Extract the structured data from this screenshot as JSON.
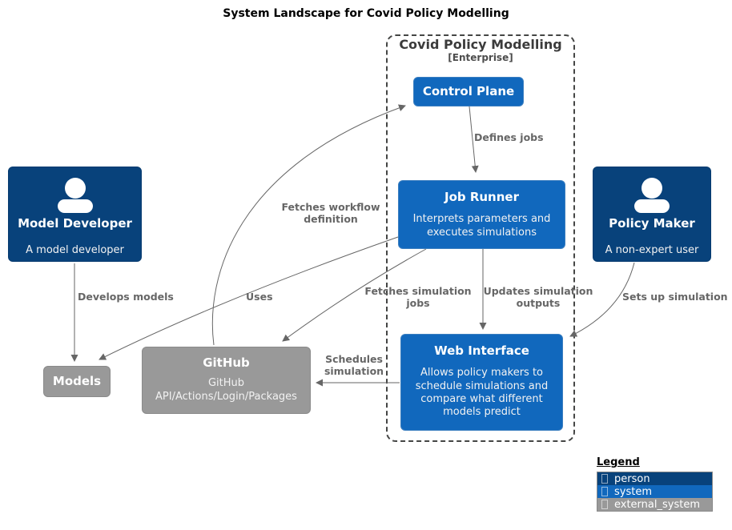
{
  "title": "System Landscape for Covid Policy Modelling",
  "colors": {
    "person": "#08427b",
    "system": "#1168bd",
    "external_system": "#999999",
    "arrow": "#666666",
    "edge_label": "#666666"
  },
  "boundary": {
    "name": "Covid Policy Modelling",
    "type": "[Enterprise]"
  },
  "nodes": {
    "control_plane": {
      "title": "Control Plane"
    },
    "job_runner": {
      "title": "Job Runner",
      "description": "Interprets parameters and\nexecutes simulations"
    },
    "web_interface": {
      "title": "Web Interface",
      "description": "Allows policy makers to\nschedule simulations and\ncompare what different\nmodels predict"
    },
    "model_developer": {
      "title": "Model Developer",
      "description": "A model developer"
    },
    "policy_maker": {
      "title": "Policy Maker",
      "description": "A non-expert user"
    },
    "models": {
      "title": "Models"
    },
    "github": {
      "title": "GitHub",
      "description": "GitHub\nAPI/Actions/Login/Packages"
    }
  },
  "edges": {
    "develops_models": "Develops models",
    "uses": "Uses",
    "fetches_workflow": "Fetches workflow\ndefinition",
    "defines_jobs": "Defines jobs",
    "fetches_jobs": "Fetches simulation\njobs",
    "updates_outputs": "Updates simulation\noutputs",
    "sets_up": "Sets up simulation",
    "schedules": "Schedules\nsimulation"
  },
  "legend": {
    "title": "Legend",
    "items": [
      {
        "label": "person",
        "color": "#08427b"
      },
      {
        "label": "system",
        "color": "#1168bd"
      },
      {
        "label": "external_system",
        "color": "#999999"
      }
    ]
  }
}
